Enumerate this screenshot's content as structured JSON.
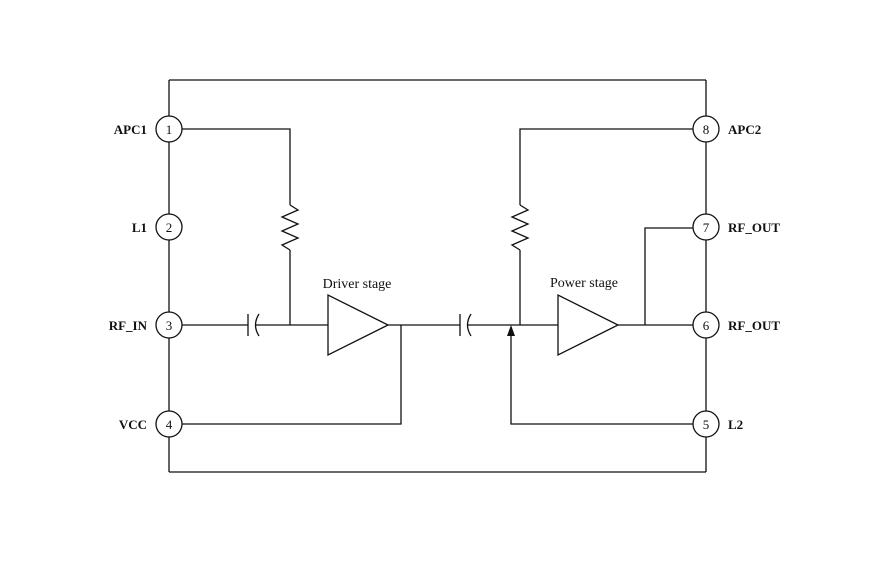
{
  "pins": [
    {
      "number": "1",
      "label": "APC1"
    },
    {
      "number": "2",
      "label": "L1"
    },
    {
      "number": "3",
      "label": "RF_IN"
    },
    {
      "number": "4",
      "label": "VCC"
    },
    {
      "number": "5",
      "label": "L2"
    },
    {
      "number": "6",
      "label": "RF_OUT"
    },
    {
      "number": "7",
      "label": "RF_OUT"
    },
    {
      "number": "8",
      "label": "APC2"
    }
  ],
  "stages": {
    "driver": "Driver stage",
    "power": "Power stage"
  }
}
